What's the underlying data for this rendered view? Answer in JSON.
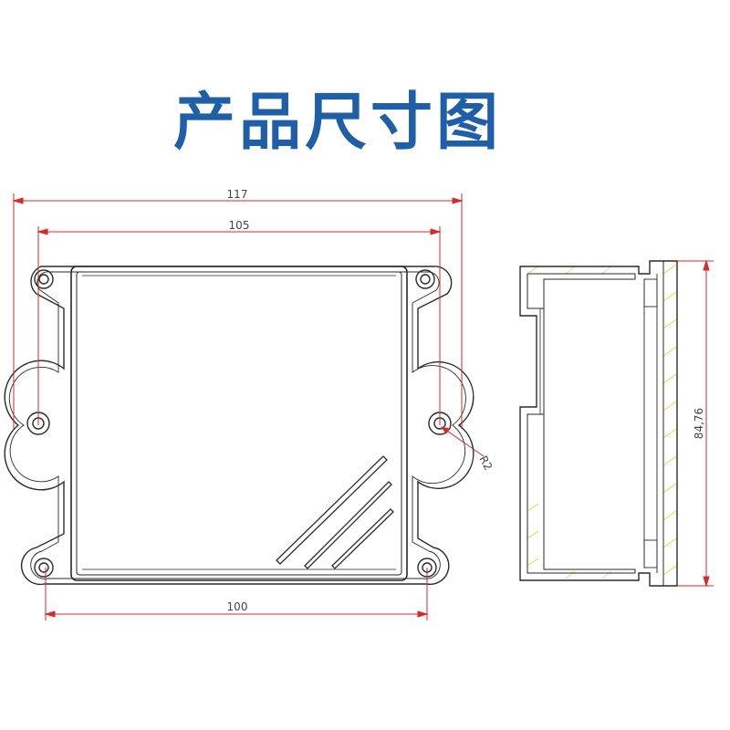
{
  "title": "产品尺寸图",
  "colors": {
    "title": "#1f5fa8",
    "outline": "#2a2a2a",
    "dimension": "#d62a2a",
    "hatch": "#d8d83a"
  },
  "dimensions": {
    "overall_width": "117",
    "mount_hole_span": "105",
    "lower_hole_span": "100",
    "height": "84,76",
    "corner_radius": "R2"
  }
}
